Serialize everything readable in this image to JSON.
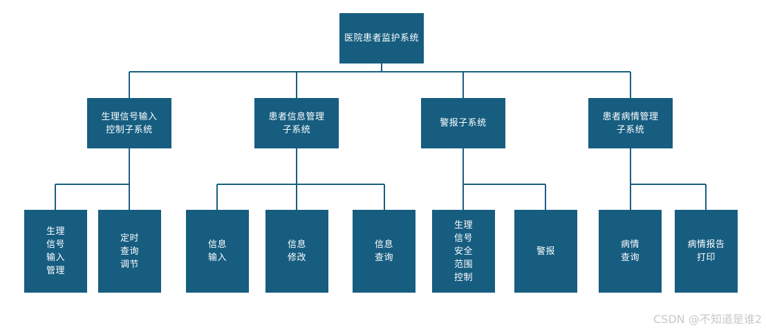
{
  "diagram": {
    "root": "医院患者监护系统",
    "level1": [
      "生理信号输入\n控制子系统",
      "患者信息管理\n子系统",
      "警报子系统",
      "患者病情管理\n子系统"
    ],
    "level2": [
      "生理\n信号\n输入\n管理",
      "定时\n查询\n调节",
      "信息\n输入",
      "信息\n修改",
      "信息\n查询",
      "生理\n信号\n安全\n范围\n控制",
      "警报",
      "病情\n查询",
      "病情报告\n打印"
    ]
  },
  "colors": {
    "node_fill": "#165d80",
    "line": "#165d80",
    "text": "#ffffff"
  },
  "watermark": "CSDN @不知道是谁2"
}
